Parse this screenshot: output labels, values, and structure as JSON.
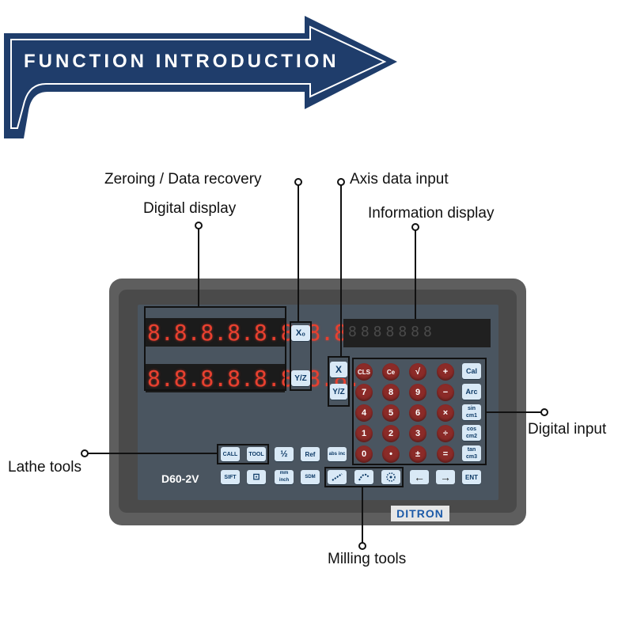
{
  "banner": {
    "title": "FUNCTION INTRODUCTION",
    "color": "#1f3d6b"
  },
  "callouts": {
    "zeroing": "Zeroing / Data recovery",
    "axis_input": "Axis data input",
    "digital_display": "Digital display",
    "info_display": "Information display",
    "digital_input": "Digital input",
    "lathe_tools": "Lathe tools",
    "milling_tools": "Milling  tools"
  },
  "device": {
    "model": "D60-2V",
    "brand": "DITRON",
    "display_row1": "8.8.8.8.8.8.8.8.",
    "display_row2": "8.8.8.8.8.8.8.8.",
    "info_row": "8888888",
    "zero_keys": {
      "x0": "X₀",
      "yz": "Y/Z"
    },
    "axis_keys": {
      "x": "X",
      "yz": "Y/Z"
    },
    "keypad": {
      "row1": [
        "CLS",
        "Ce",
        "√",
        "+"
      ],
      "row2": [
        "7",
        "8",
        "9",
        "−"
      ],
      "row3": [
        "4",
        "5",
        "6",
        "×"
      ],
      "row4": [
        "1",
        "2",
        "3",
        "÷"
      ],
      "row5": [
        "0",
        "•",
        "±",
        "="
      ]
    },
    "func_keys": [
      "Cal",
      "Arc",
      "sin cm1",
      "cos cm2",
      "tan cm3"
    ],
    "lower_row1": [
      "CALL",
      "TOOL",
      "½",
      "Ref",
      "abs inc"
    ],
    "lower_row2": [
      "SIFT",
      "⊡",
      "mm inch",
      "SDM"
    ],
    "ent": "ENT",
    "arrows": {
      "left": "←",
      "right": "→"
    },
    "accent_red": "#8b2b28",
    "key_blue": "#d9e9f6"
  }
}
